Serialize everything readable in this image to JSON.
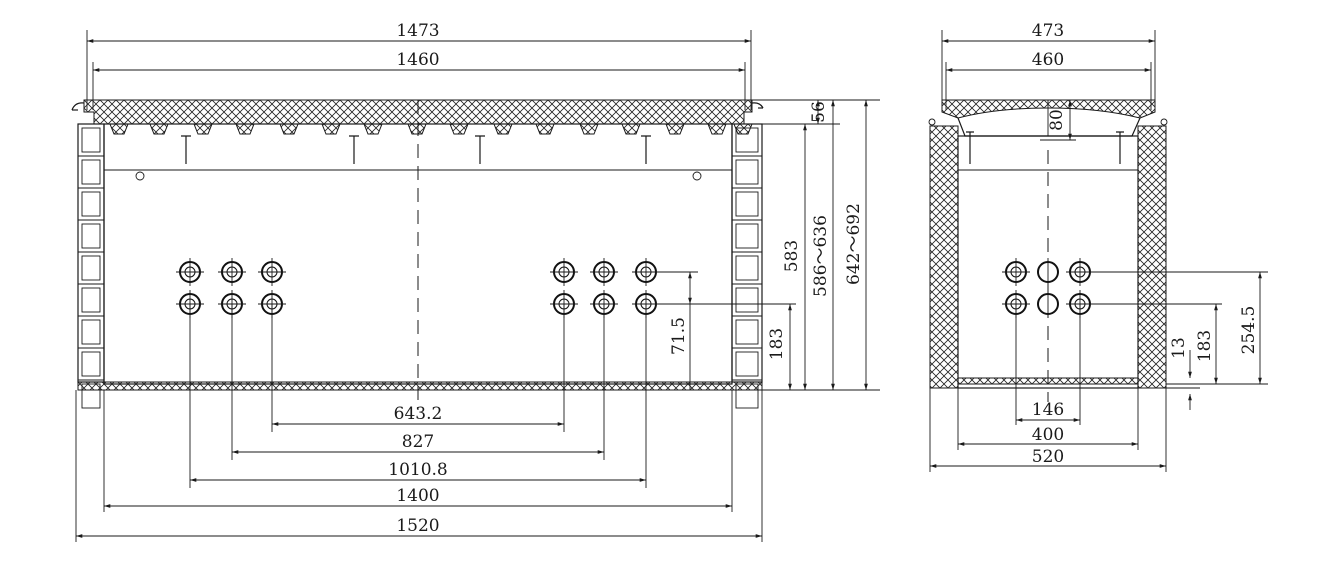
{
  "front_view": {
    "dims": {
      "top_outer_width": "1473",
      "top_inner_width": "1460",
      "lid_thickness": "56",
      "body_height": "583",
      "height_range_1": "586～636",
      "height_range_2": "642～692",
      "hole_row_spacing": "71.5",
      "hole_height": "183",
      "inner_hole_span": "643.2",
      "middle_hole_span": "827",
      "outer_hole_span": "1010.8",
      "inner_width": "1400",
      "outer_width": "1520"
    }
  },
  "side_view": {
    "dims": {
      "top_outer_width": "473",
      "top_inner_width": "460",
      "lid_depth": "80",
      "base_offset": "13",
      "hole_height": "183",
      "upper_hole_height": "254.5",
      "hole_spacing": "146",
      "inner_width": "400",
      "outer_width": "520"
    }
  }
}
